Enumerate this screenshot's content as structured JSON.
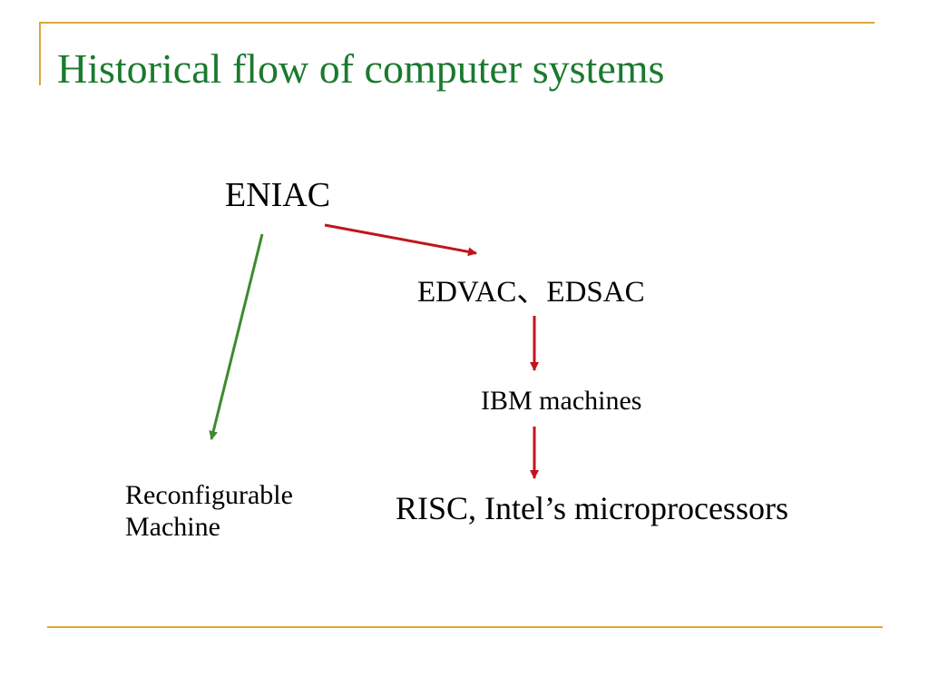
{
  "slide": {
    "title": "Historical flow of computer systems"
  },
  "diagram": {
    "nodes": {
      "eniac": "ENIAC",
      "edvac_edsac": "EDVAC、EDSAC",
      "ibm": "IBM machines",
      "risc_intel": "RISC, Intel’s microprocessors",
      "reconfigurable": "Reconfigurable\nMachine"
    },
    "edges": [
      {
        "from": "ENIAC",
        "to": "EDVAC、EDSAC",
        "color": "#c0151b"
      },
      {
        "from": "EDVAC、EDSAC",
        "to": "IBM machines",
        "color": "#c0151b"
      },
      {
        "from": "IBM machines",
        "to": "RISC, Intel’s microprocessors",
        "color": "#c0151b"
      },
      {
        "from": "ENIAC",
        "to": "Reconfigurable\nMachine",
        "color": "#3f8a2f"
      }
    ]
  },
  "colors": {
    "title": "#1a7a2e",
    "frame": "#d9a83a",
    "arrow_main": "#c0151b",
    "arrow_alt": "#3f8a2f"
  }
}
